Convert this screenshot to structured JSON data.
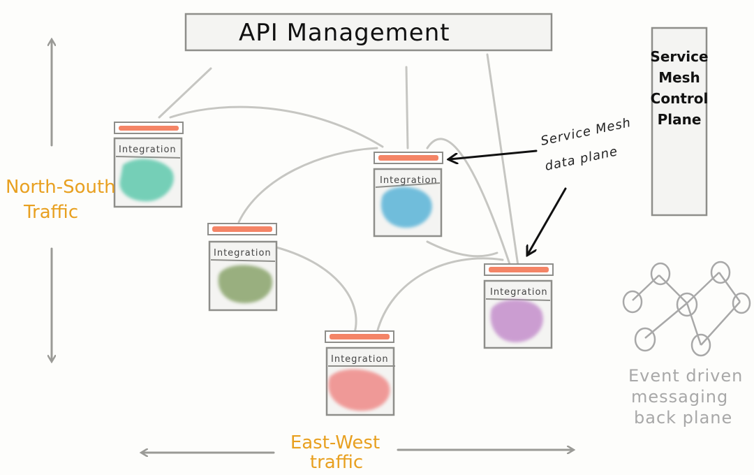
{
  "api_management": {
    "label": "API Management"
  },
  "control_plane": {
    "lines": [
      "Service",
      "Mesh",
      "Control",
      "Plane"
    ]
  },
  "data_plane": {
    "lines": [
      "Service Mesh",
      "data plane"
    ]
  },
  "north_south": {
    "lines": [
      "North-South",
      "Traffic"
    ]
  },
  "east_west": {
    "lines": [
      "East-West",
      "traffic"
    ]
  },
  "event_backplane": {
    "lines": [
      "Event driven",
      "messaging",
      "back plane"
    ]
  },
  "integrations": [
    {
      "id": "teal",
      "label": "Integration",
      "blob_color": "#5fc9ad"
    },
    {
      "id": "blue",
      "label": "Integration",
      "blob_color": "#5ab4d8"
    },
    {
      "id": "olive",
      "label": "Integration",
      "blob_color": "#8aa46c"
    },
    {
      "id": "purple",
      "label": "Integration",
      "blob_color": "#c48fcc"
    },
    {
      "id": "pink",
      "label": "Integration",
      "blob_color": "#ef8a88"
    }
  ],
  "colors": {
    "sidecar_bar": "#f48466",
    "connector": "#c6c6c2",
    "traffic_label": "#e8a020",
    "event_label": "#a8a8a8",
    "arrow": "#111111"
  }
}
